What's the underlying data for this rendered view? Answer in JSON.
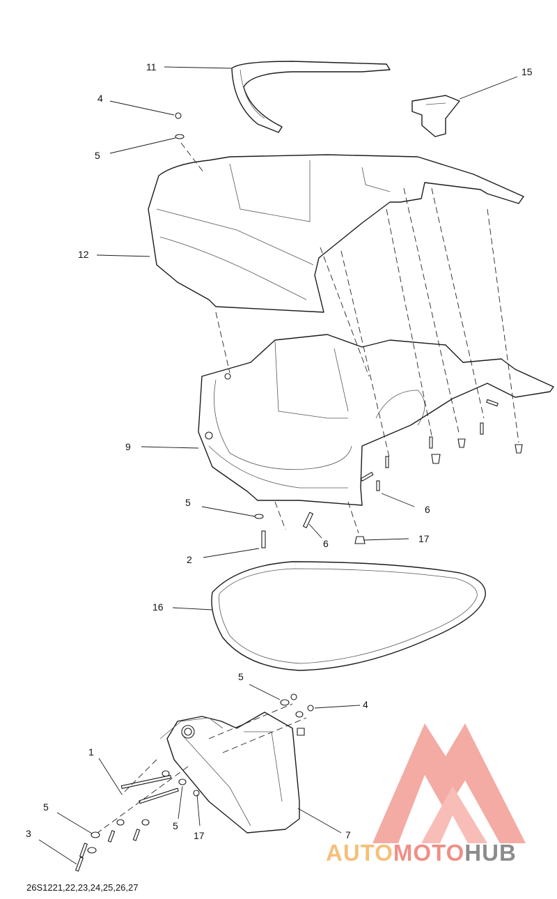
{
  "callouts": {
    "c11": "11",
    "c15": "15",
    "c4_top": "4",
    "c5_top": "5",
    "c12": "12",
    "c9": "9",
    "c6_right": "6",
    "c5_mid": "5",
    "c6_mid": "6",
    "c17_mid": "17",
    "c2": "2",
    "c16": "16",
    "c5_low": "5",
    "c4_low": "4",
    "c1": "1",
    "c5_left": "5",
    "c3": "3",
    "c5_bottom": "5",
    "c17_bottom": "17",
    "c7": "7"
  },
  "footer": {
    "code": "26S1221,22,23,24,25,26,27"
  },
  "watermark": {
    "part1": "AUTO",
    "part2": "MOTO",
    "part3": "HUB",
    "color1": "#f5c07a",
    "color2": "#f08f86",
    "color3": "#8c8c8c"
  }
}
